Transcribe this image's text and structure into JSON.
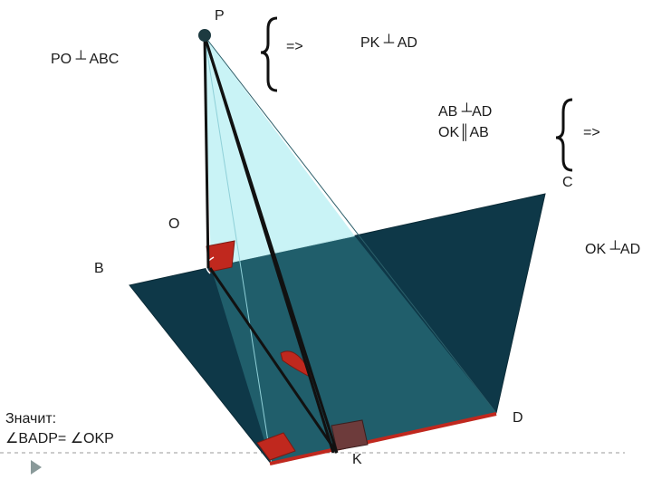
{
  "points": {
    "P": "P",
    "O": "O",
    "B": "B",
    "C": "C",
    "D": "D",
    "K": "K"
  },
  "statements": {
    "po_perp_abc": "PO ┴ ABC",
    "implies_1": "=>",
    "pk_perp_ad": "PK ┴ AD",
    "ab_perp_ad": "AB ┴AD",
    "ok_par_ab": "OK║AB",
    "implies_2": "=>",
    "ok_perp_ad": "OK ┴AD",
    "conclusion_title": "Значит:",
    "conclusion_angles": "∠BADP= ∠OKP"
  },
  "colors": {
    "plane": "#0e3848",
    "triangle": "#bff0f4",
    "right_angle_mark": "#c0281e",
    "ad_edge": "#c0281e",
    "lines": "#111111",
    "point": "#1d3a40"
  }
}
